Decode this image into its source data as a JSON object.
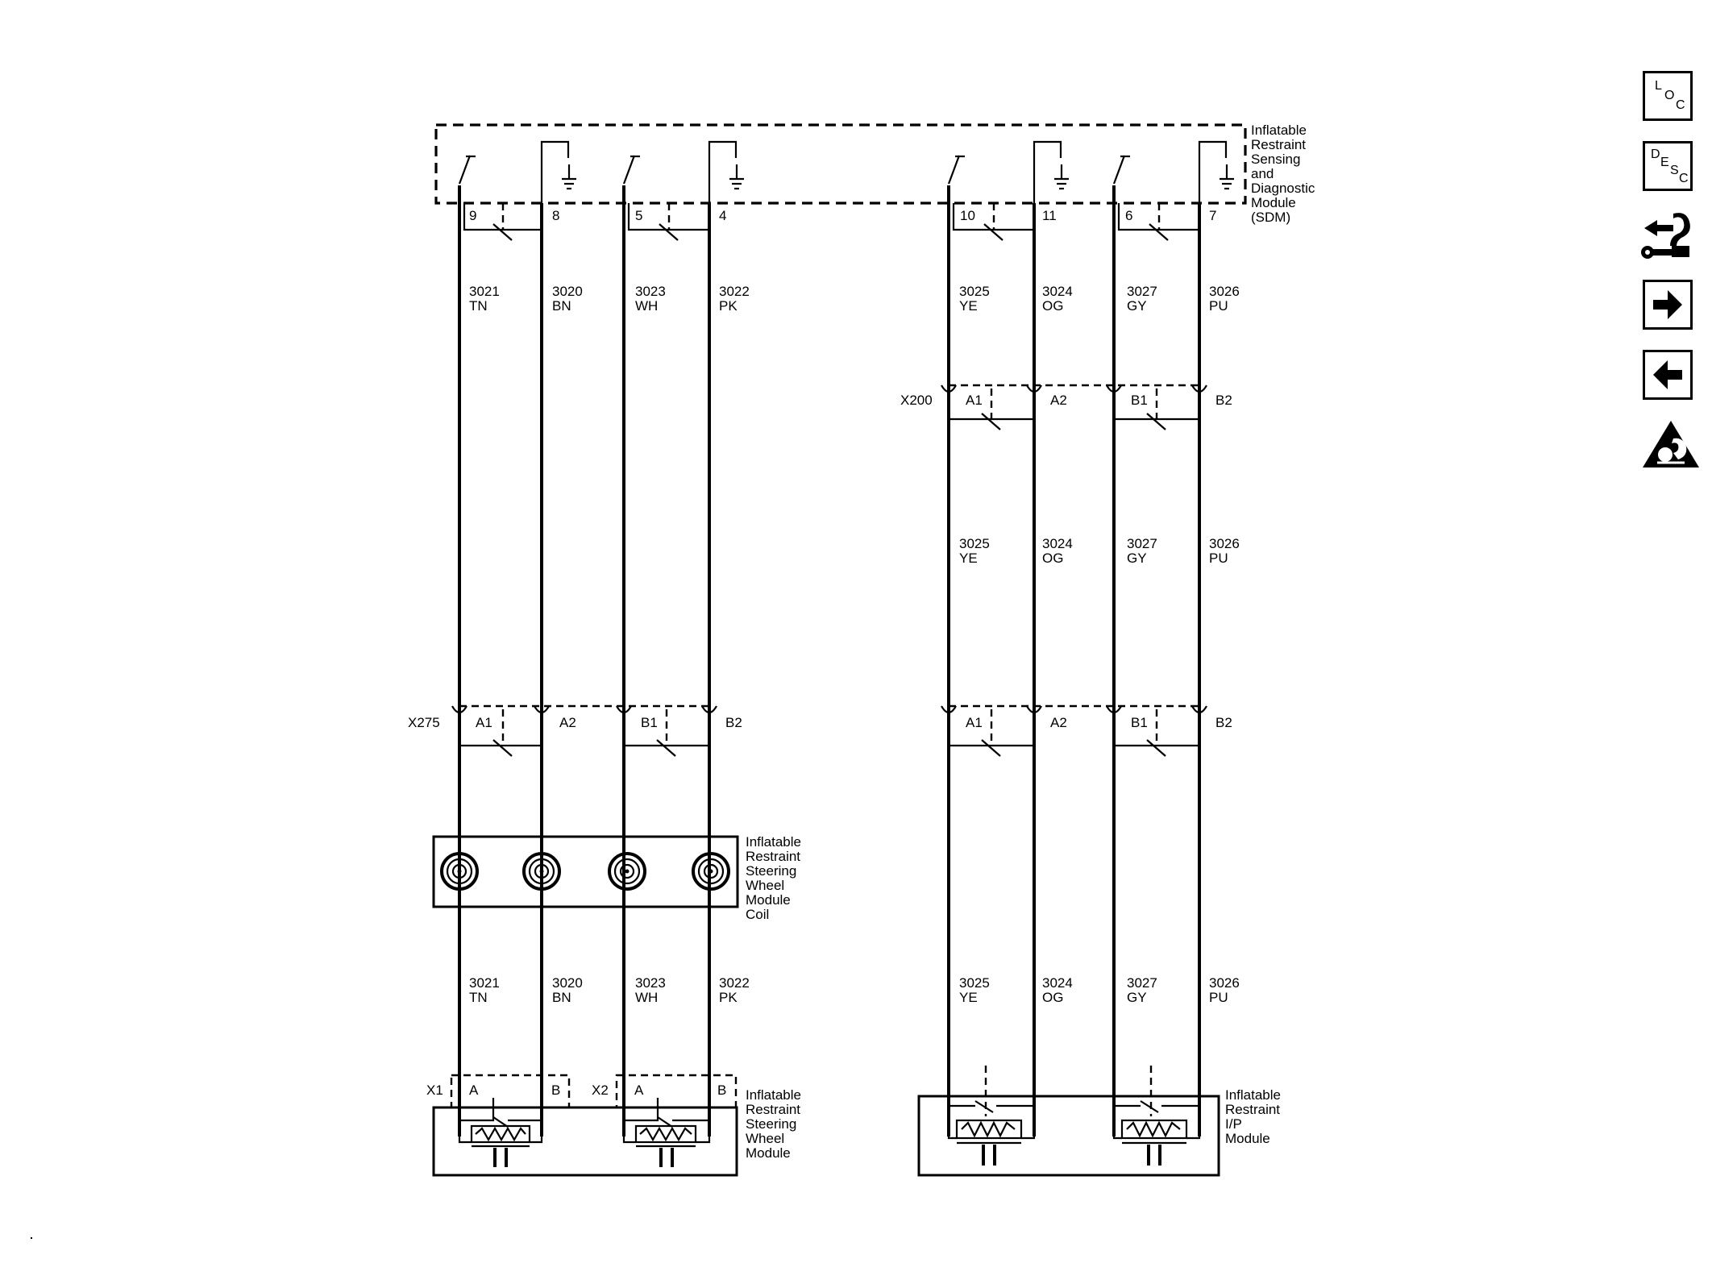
{
  "modules": {
    "sdm": [
      "Inflatable",
      "Restraint",
      "Sensing",
      "and",
      "Diagnostic",
      "Module",
      "(SDM)"
    ],
    "coil": [
      "Inflatable",
      "Restraint",
      "Steering",
      "Wheel",
      "Module",
      "Coil"
    ],
    "steering_module": [
      "Inflatable",
      "Restraint",
      "Steering",
      "Wheel",
      "Module"
    ],
    "ip_module": [
      "Inflatable",
      "Restraint",
      "I/P",
      "Module"
    ]
  },
  "sdm_pins": [
    "9",
    "8",
    "5",
    "4",
    "10",
    "11",
    "6",
    "7"
  ],
  "circuits": [
    {
      "num": "3021",
      "color": "TN"
    },
    {
      "num": "3020",
      "color": "BN"
    },
    {
      "num": "3023",
      "color": "WH"
    },
    {
      "num": "3022",
      "color": "PK"
    },
    {
      "num": "3025",
      "color": "YE"
    },
    {
      "num": "3024",
      "color": "OG"
    },
    {
      "num": "3027",
      "color": "GY"
    },
    {
      "num": "3026",
      "color": "PU"
    }
  ],
  "connectors": {
    "x200": {
      "name": "X200",
      "pins": [
        "A1",
        "A2",
        "B1",
        "B2"
      ]
    },
    "x275": {
      "name": "X275",
      "pins": [
        "A1",
        "A2",
        "B1",
        "B2"
      ]
    },
    "x275_right_pins": [
      "A1",
      "A2",
      "B1",
      "B2"
    ],
    "x1": {
      "name": "X1",
      "pins": [
        "A",
        "B"
      ]
    },
    "x2": {
      "name": "X2",
      "pins": [
        "A",
        "B"
      ]
    }
  },
  "side_icons": [
    {
      "icon": "loc-icon",
      "letters": [
        "L",
        "O",
        "C"
      ]
    },
    {
      "icon": "desc-icon",
      "letters": [
        "D",
        "E",
        "S",
        "C"
      ]
    },
    {
      "icon": "wiring-repair-icon"
    },
    {
      "icon": "arrow-right-icon"
    },
    {
      "icon": "arrow-left-icon"
    },
    {
      "icon": "airbag-warning-icon"
    }
  ]
}
